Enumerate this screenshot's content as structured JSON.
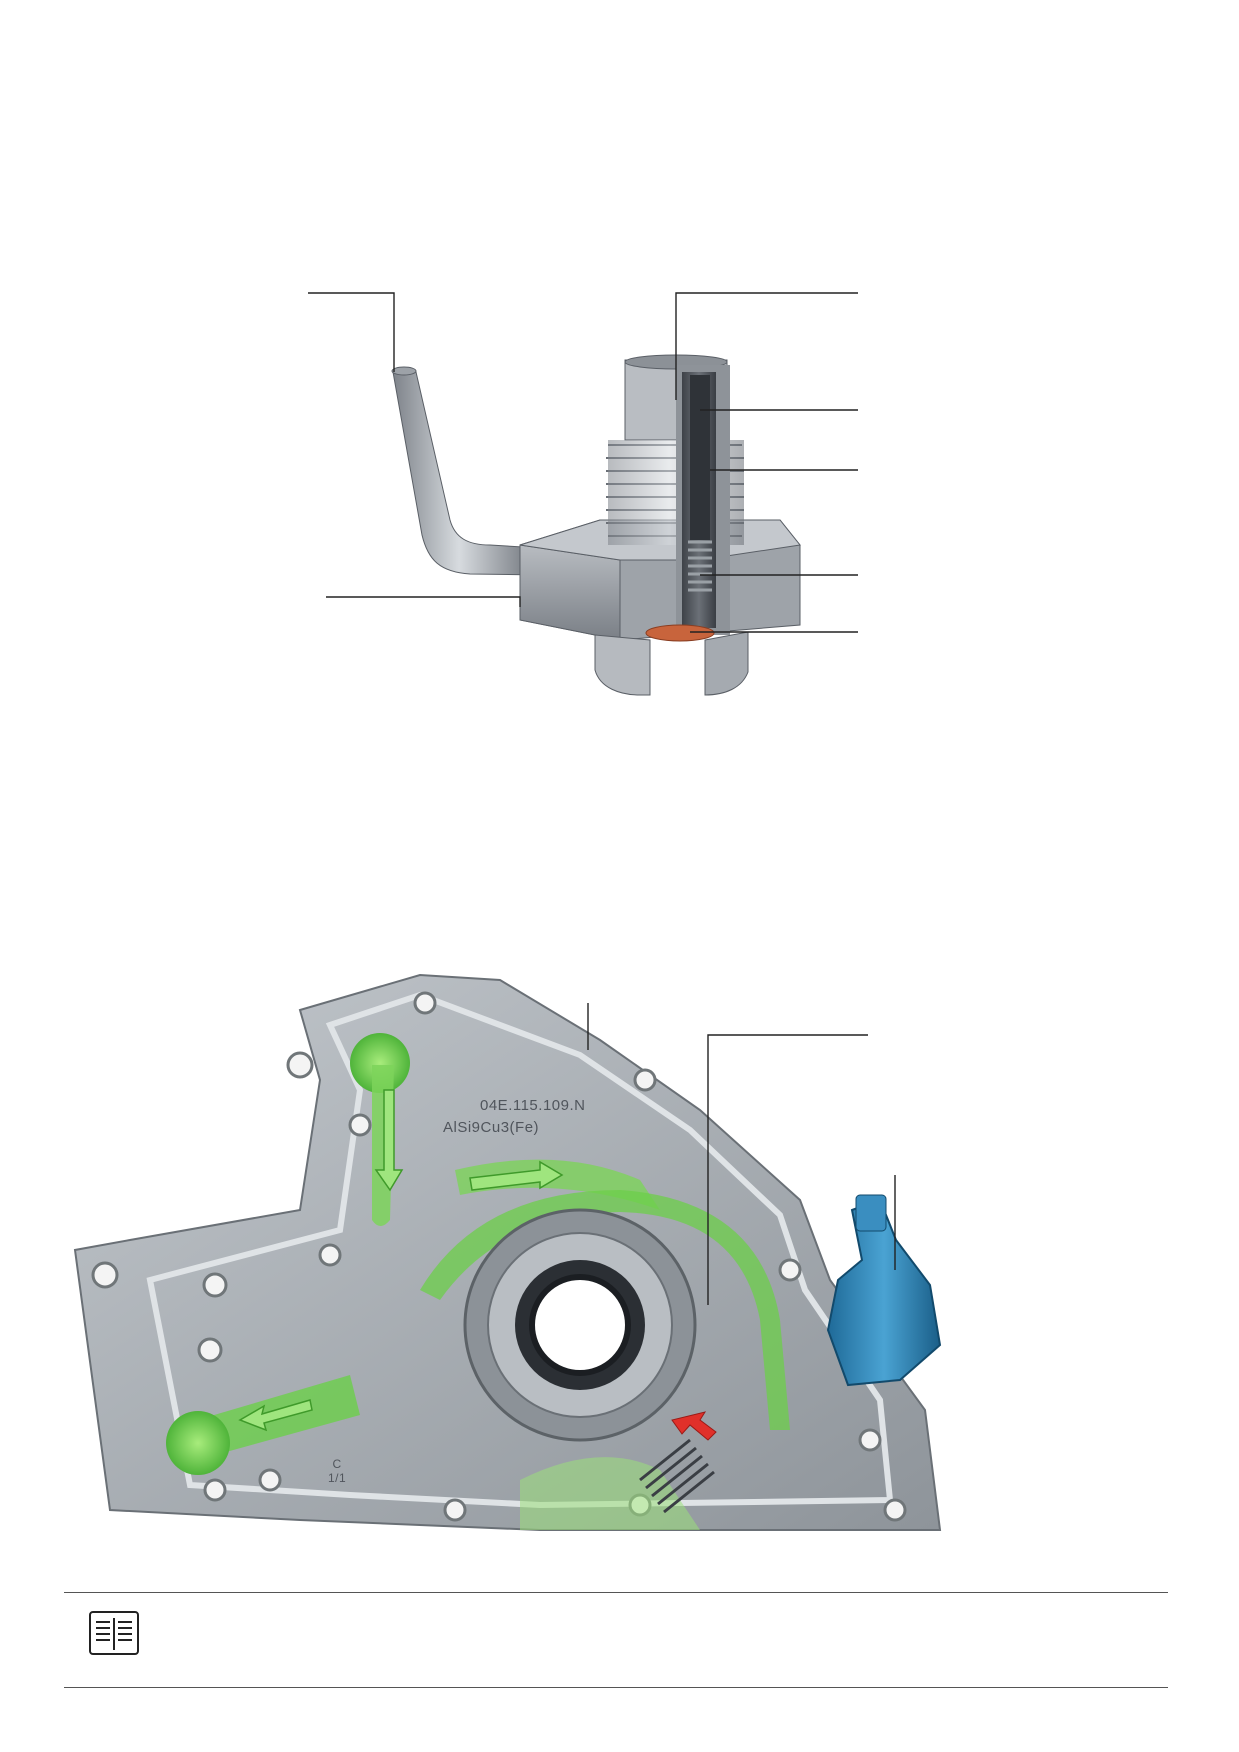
{
  "upper_figure": {
    "name": "oil-spray-jet-cutaway",
    "colors": {
      "metal_light": "#c9cdd2",
      "metal_mid": "#9ea3a9",
      "metal_dark": "#5a5f66",
      "seal": "#c8643c"
    }
  },
  "lower_figure": {
    "name": "oil-pump-cutaway",
    "engraving_line1": "04E.115.109.N",
    "engraving_line2": "AlSi9Cu3(Fe)",
    "housing_mark": "C\n1/1",
    "colors": {
      "housing": "#a9aeb4",
      "oil_flow": "#6ccf4a",
      "arrow_red": "#e0302a",
      "sensor_blue": "#2f7fb0"
    }
  },
  "footer": {
    "note_icon": "book-reference-icon"
  }
}
